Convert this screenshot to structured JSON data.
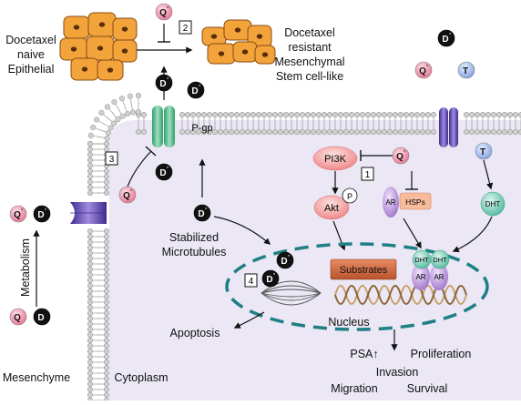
{
  "cells": {
    "naive_label": [
      "Docetaxel",
      "naive",
      "Epithelial"
    ],
    "resistant_label": [
      "Docetaxel",
      "resistant",
      "Mesenchymal",
      "Stem cell-like"
    ]
  },
  "steps": {
    "s1": "1",
    "s2": "2",
    "s3": "3",
    "s4": "4"
  },
  "drugs": {
    "D": "D",
    "Q": "Q",
    "T": "T",
    "prime": "'"
  },
  "proteins": {
    "pgp": "P-gp",
    "pi3k": "PI3K",
    "akt": "Akt",
    "p": "P",
    "ar": "AR",
    "hsps": "HSPs",
    "dht": "DHT",
    "substrates": "Substrates"
  },
  "labels": {
    "stabilized": "Stabilized",
    "microtubules": "Microtubules",
    "metabolism": "Metabolism",
    "apoptosis": "Apoptosis",
    "nucleus": "Nucleus",
    "psa": "PSA↑",
    "proliferation": "Proliferation",
    "invasion": "Invasion",
    "migration": "Migration",
    "survival": "Survival",
    "mesenchyme": "Mesenchyme",
    "cytoplasm": "Cytoplasm"
  },
  "colors": {
    "cell_fill": "#f2a33a",
    "cell_stroke": "#8a4b10",
    "cytoplasm": "#ebe7f4",
    "membrane_head": "#d0d0d0",
    "pgp": "#5dbb8f",
    "channel": "#6a4fb6",
    "pi3k": "#f08888",
    "drug_d": "#111111",
    "drug_q": "#f07d9b",
    "drug_t": "#8fb0ec",
    "ar": "#b48ad6",
    "dht": "#6fc7b3",
    "substrates": "#d66e47",
    "nucleus_border": "#1e7f84"
  },
  "icons": {
    "arrow": "arrow-icon",
    "inhibit": "inhibit-bar-icon",
    "dna": "dna-helix-icon",
    "spindle": "spindle-icon"
  }
}
